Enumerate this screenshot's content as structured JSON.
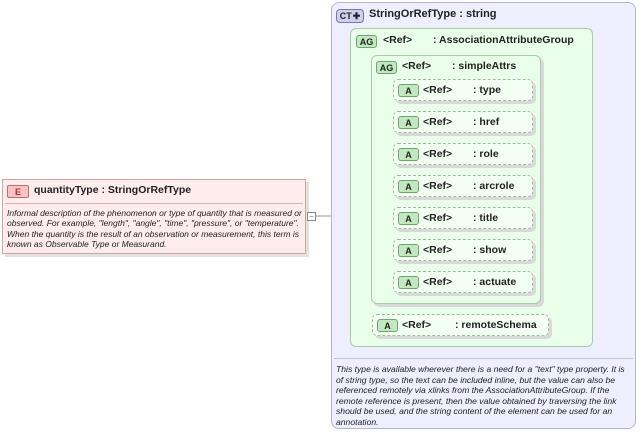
{
  "complex_type": {
    "badge": "CT",
    "title": "StringOrRefType : string",
    "documentation": "This type is available wherever there is a need for a \"text\" type property. It is of string type, so the text can be included inline, but the value can also be referenced remotely via xlinks from the AssociationAttributeGroup. If the remote reference is present, then the value obtained by traversing the link should be used, and the string content of the element can be used for an annotation."
  },
  "association_group": {
    "badge": "AG",
    "ref": "<Ref>",
    "name": ": AssociationAttributeGroup"
  },
  "simple_attrs_group": {
    "badge": "AG",
    "ref": "<Ref>",
    "name": ": simpleAttrs"
  },
  "attributes": [
    {
      "badge": "A",
      "ref": "<Ref>",
      "name": ": type"
    },
    {
      "badge": "A",
      "ref": "<Ref>",
      "name": ": href"
    },
    {
      "badge": "A",
      "ref": "<Ref>",
      "name": ": role"
    },
    {
      "badge": "A",
      "ref": "<Ref>",
      "name": ": arcrole"
    },
    {
      "badge": "A",
      "ref": "<Ref>",
      "name": ": title"
    },
    {
      "badge": "A",
      "ref": "<Ref>",
      "name": ": show"
    },
    {
      "badge": "A",
      "ref": "<Ref>",
      "name": ": actuate"
    }
  ],
  "remote_schema": {
    "badge": "A",
    "ref": "<Ref>",
    "name": ": remoteSchema"
  },
  "element": {
    "badge": "E",
    "title": "quantityType : StringOrRefType",
    "documentation": "Informal description of the phenomenon or type of quantity that is measured or observed. For example, \"length\", \"angle\", \"time\", \"pressure\", or \"temperature\". When the quantity is the result of an observation or measurement, this term is known as Observable Type or Measurand."
  },
  "colors": {
    "complex_type_bg": "#eeeeff",
    "group_bg": "#eaffea",
    "element_bg": "#ffeded",
    "badge_green": "#c2e8c2",
    "badge_red": "#f7c3c3"
  }
}
